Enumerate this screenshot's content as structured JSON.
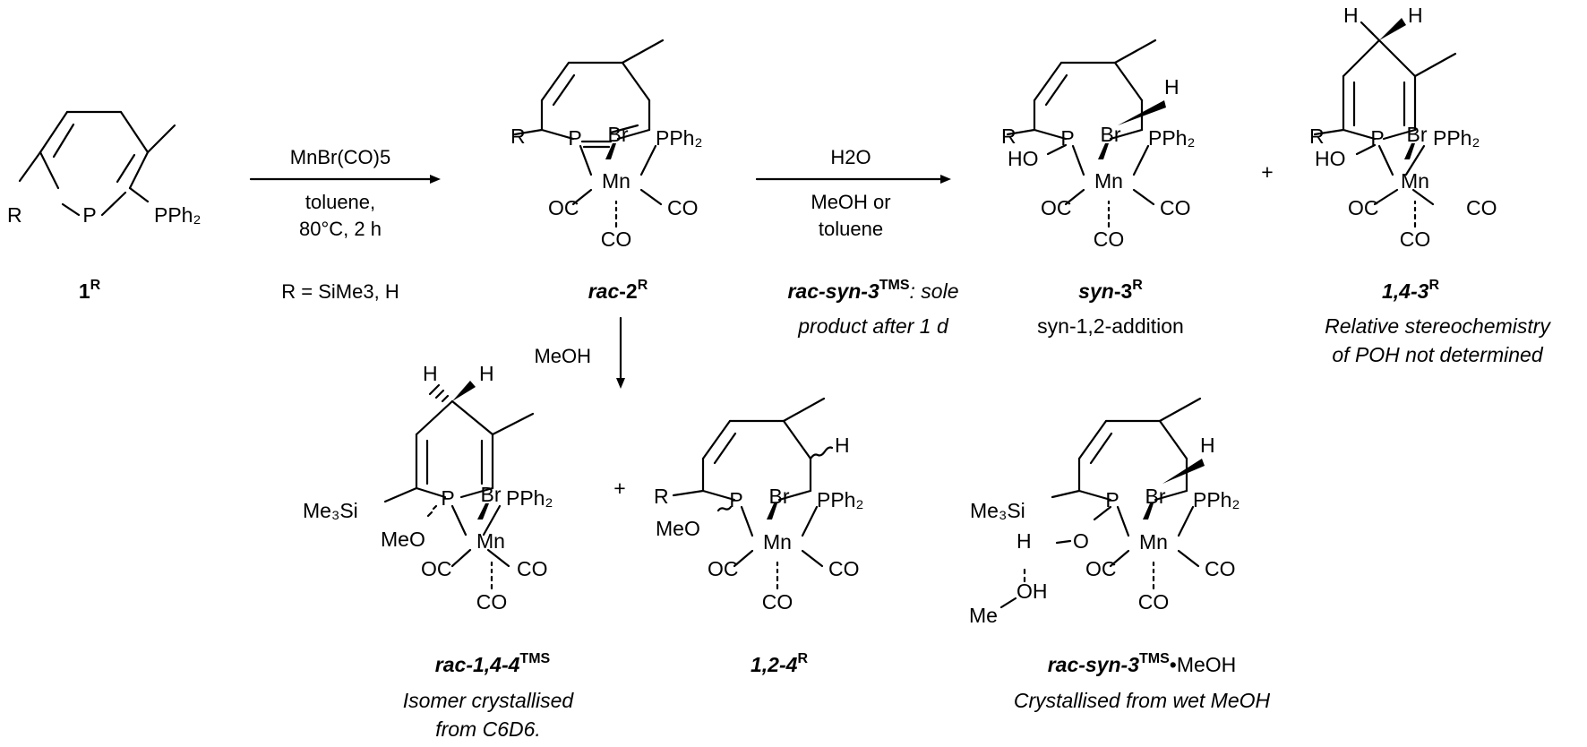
{
  "atoms": {
    "P": "P",
    "Br": "Br",
    "Mn": "Mn",
    "PPh2": "PPh₂",
    "CO": "CO",
    "OC": "OC",
    "R": "R",
    "H": "H",
    "HO": "HO",
    "MeO": "MeO",
    "Me3Si": "Me₃Si",
    "O": "O",
    "Me": "Me",
    "OH": "OH"
  },
  "conditions": {
    "step1_reagent": "MnBr(CO)5",
    "step1_solvent": "toluene,",
    "step1_temp": "80°C, 2 h",
    "step1_r_groups": "R = SiMe3, H",
    "step2_reagent": "H2O",
    "step2_solvent_a": "MeOH or",
    "step2_solvent_b": "toluene",
    "step3_reagent": "MeOH",
    "plus": "+"
  },
  "compounds": {
    "c1": {
      "label": "1",
      "sup": "R"
    },
    "c2": {
      "label_prefix": "rac",
      "label_num": "-2",
      "sup": "R"
    },
    "c3syn": {
      "label_prefix": "syn",
      "label_num": "-3",
      "sup": "R",
      "note": "syn-1,2-addition"
    },
    "c3_14": {
      "label": "1,4-3",
      "sup": "R",
      "note_line1": "Relative stereochemistry",
      "note_line2": "of POH not determined"
    },
    "rac_syn_note": {
      "label": "rac-syn-3",
      "sup": "TMS",
      "note_a": ": sole",
      "note_b": "product after 1 d"
    },
    "c4_14": {
      "label": "rac-1,4-4",
      "sup": "TMS",
      "note_line1": "Isomer crystallised",
      "note_line2": "from C6D6."
    },
    "c4_12": {
      "label": "1,2-4",
      "sup": "R"
    },
    "c3meoh": {
      "label": "rac-syn-3",
      "sup": "TMS",
      "suffix": "•MeOH",
      "note": "Crystallised from wet MeOH"
    }
  }
}
